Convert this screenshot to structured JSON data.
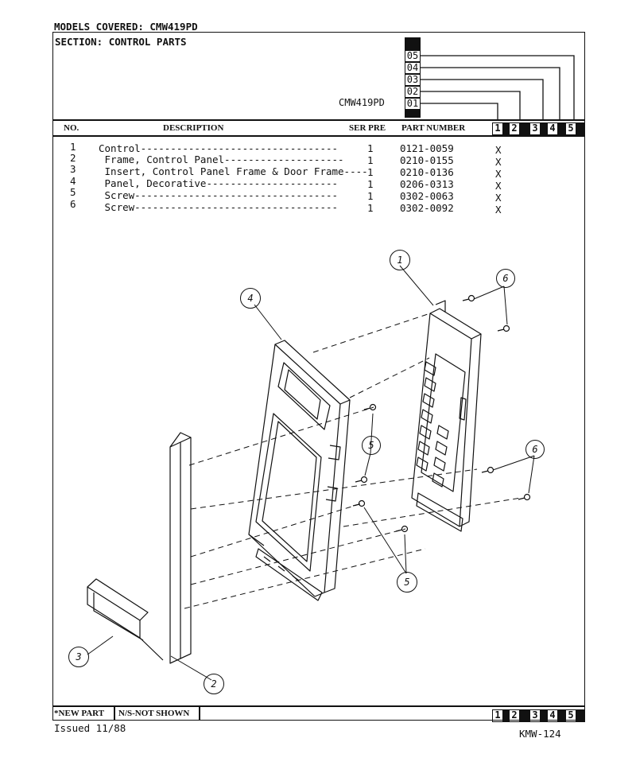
{
  "header": {
    "models_covered": "MODELS COVERED:  CMW419PD",
    "section": "SECTION:  CONTROL PARTS",
    "model_code": "CMW419PD",
    "version_codes": [
      "05",
      "04",
      "03",
      "02",
      "01"
    ]
  },
  "columns": {
    "no": "NO.",
    "description": "DESCRIPTION",
    "ser_pre": "SER PRE",
    "part_number": "PART NUMBER",
    "model_cols": [
      "1",
      "2",
      "3",
      "4",
      "5"
    ]
  },
  "parts": [
    {
      "no": "1",
      "description": "Control---------------------------------",
      "qty": "1",
      "part_number": "0121-0059",
      "mark": "X"
    },
    {
      "no": "2",
      "description": " Frame, Control Panel--------------------",
      "qty": "1",
      "part_number": "0210-0155",
      "mark": "X"
    },
    {
      "no": "3",
      "description": " Insert, Control Panel Frame & Door Frame----",
      "qty": "1",
      "part_number": "0210-0136",
      "mark": "X"
    },
    {
      "no": "4",
      "description": " Panel, Decorative----------------------",
      "qty": "1",
      "part_number": "0206-0313",
      "mark": "X"
    },
    {
      "no": "5",
      "description": " Screw----------------------------------",
      "qty": "1",
      "part_number": "0302-0063",
      "mark": "X"
    },
    {
      "no": "6",
      "description": " Screw----------------------------------",
      "qty": "1",
      "part_number": "0302-0092",
      "mark": "X"
    }
  ],
  "callouts": [
    "1",
    "2",
    "3",
    "4",
    "5",
    "5",
    "6",
    "6"
  ],
  "footer": {
    "new_part": "*NEW PART",
    "not_shown": "N/S-NOT SHOWN",
    "issued": "Issued 11/88",
    "page_code": "KMW-124",
    "model_cols": [
      "1",
      "2",
      "3",
      "4",
      "5"
    ]
  }
}
